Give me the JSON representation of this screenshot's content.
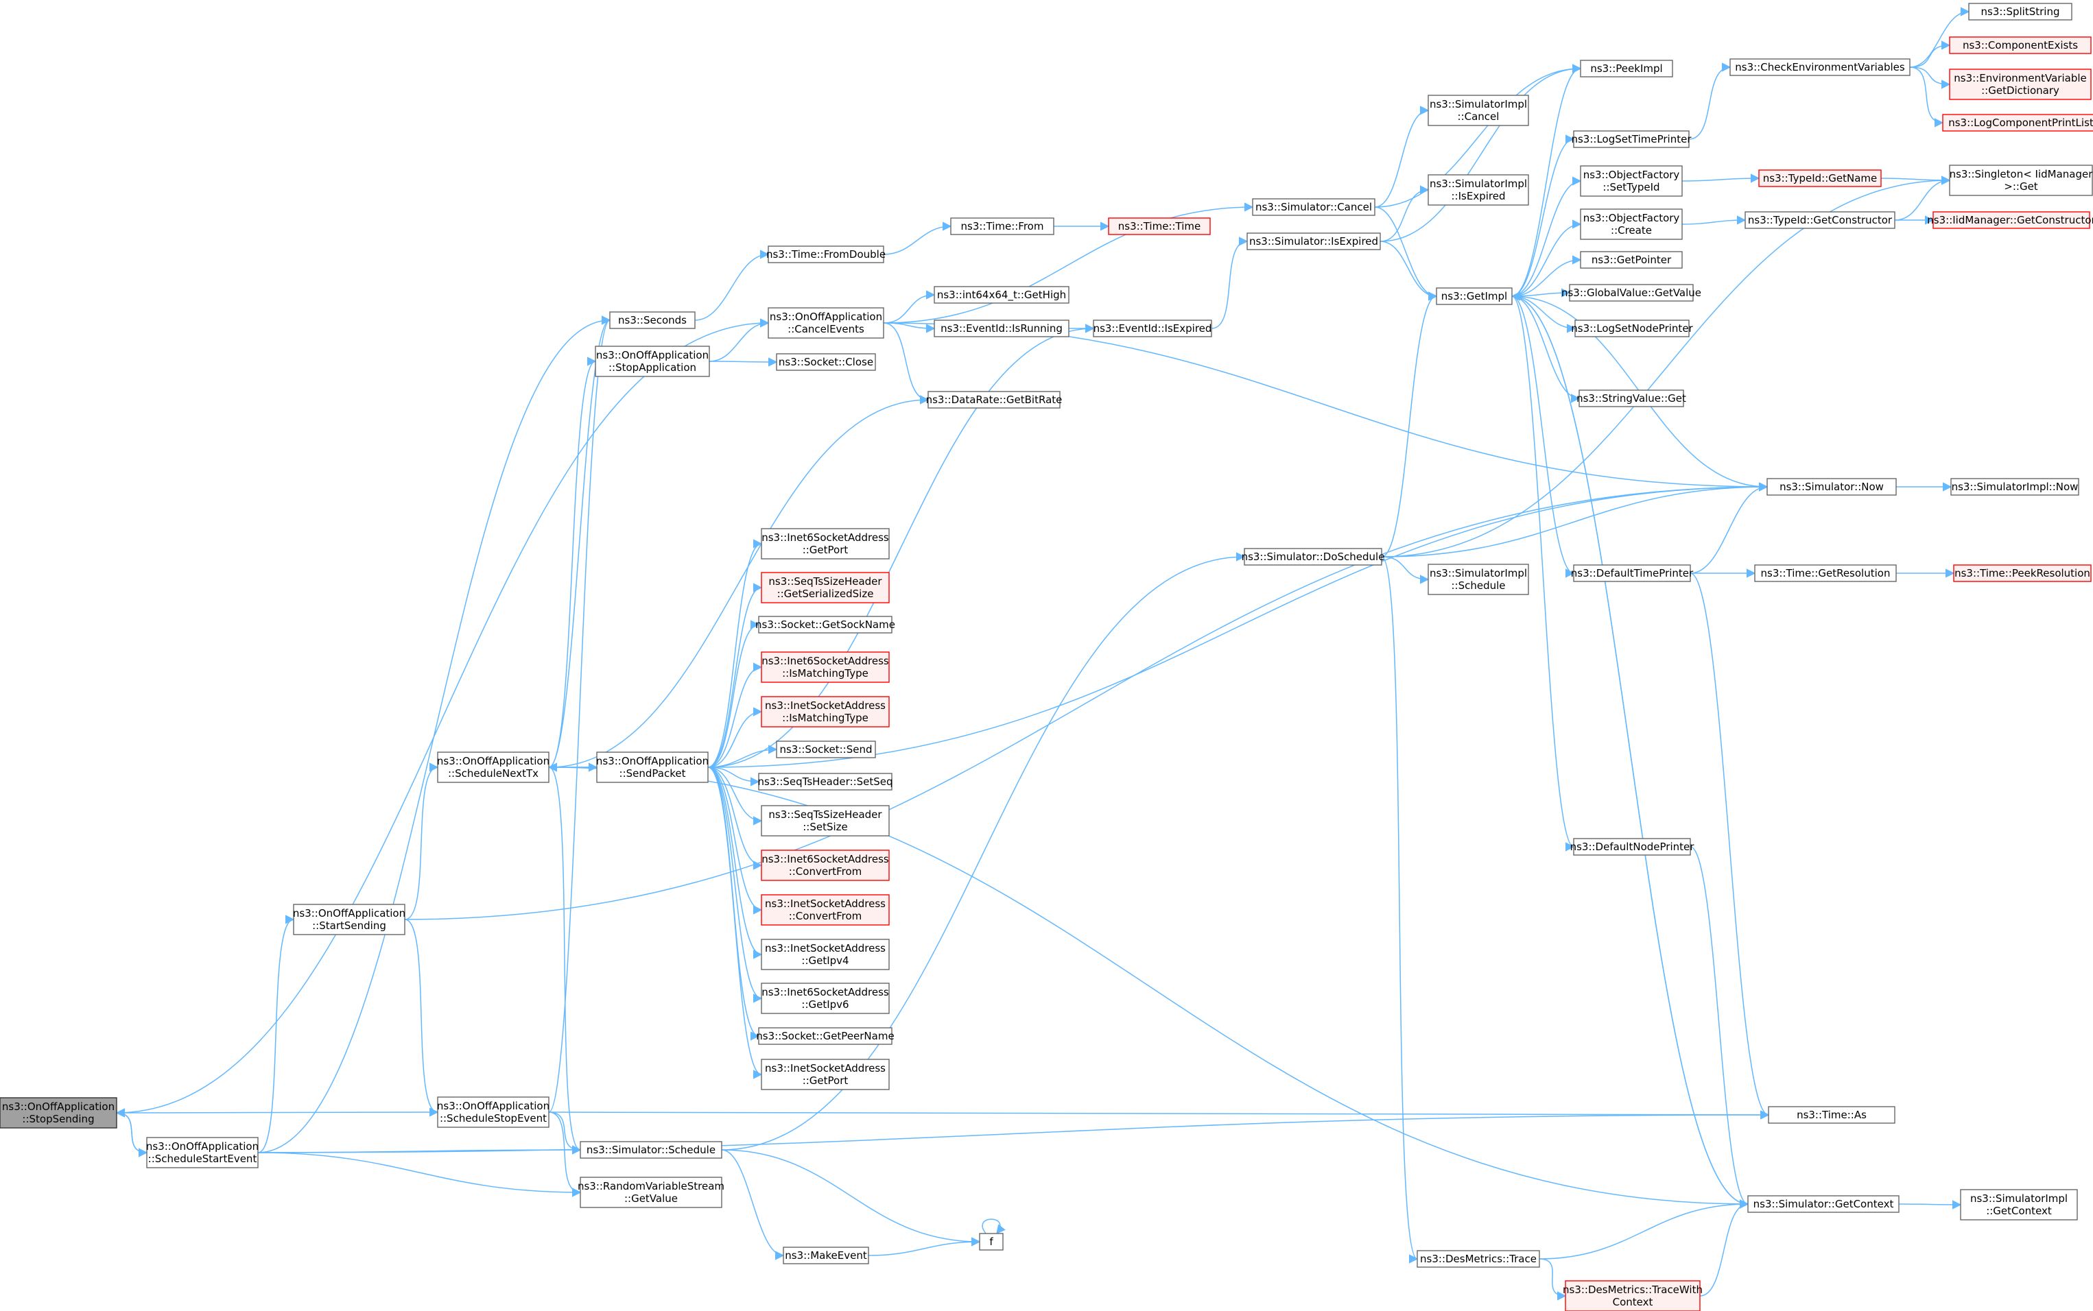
{
  "colors": {
    "edge": "#63b8ff",
    "node_border": "#666666",
    "root_fill": "#a0a0a0",
    "truncated_border": "#ff0000",
    "truncated_fill": "#fff0f0"
  },
  "nodes": [
    {
      "id": "stopSending",
      "label": [
        "ns3::OnOffApplication",
        "::StopSending"
      ],
      "style": "root"
    },
    {
      "id": "scheduleStartEvent",
      "label": [
        "ns3::OnOffApplication",
        "::ScheduleStartEvent"
      ]
    },
    {
      "id": "startSending",
      "label": [
        "ns3::OnOffApplication",
        "::StartSending"
      ]
    },
    {
      "id": "scheduleStopEvent",
      "label": [
        "ns3::OnOffApplication",
        "::ScheduleStopEvent"
      ]
    },
    {
      "id": "scheduleNextTx",
      "label": [
        "ns3::OnOffApplication",
        "::ScheduleNextTx"
      ]
    },
    {
      "id": "stopApplication",
      "label": [
        "ns3::OnOffApplication",
        "::StopApplication"
      ]
    },
    {
      "id": "seconds",
      "label": [
        "ns3::Seconds"
      ]
    },
    {
      "id": "simSchedule",
      "label": [
        "ns3::Simulator::Schedule"
      ]
    },
    {
      "id": "rvsGetValue",
      "label": [
        "ns3::RandomVariableStream",
        "::GetValue"
      ]
    },
    {
      "id": "sendPacket",
      "label": [
        "ns3::OnOffApplication",
        "::SendPacket"
      ]
    },
    {
      "id": "timeFromDouble",
      "label": [
        "ns3::Time::FromDouble"
      ]
    },
    {
      "id": "cancelEvents",
      "label": [
        "ns3::OnOffApplication",
        "::CancelEvents"
      ]
    },
    {
      "id": "socketClose",
      "label": [
        "ns3::Socket::Close"
      ]
    },
    {
      "id": "dataRateGetBitRate",
      "label": [
        "ns3::DataRate::GetBitRate"
      ]
    },
    {
      "id": "inet6GetPort",
      "label": [
        "ns3::Inet6SocketAddress",
        "::GetPort"
      ]
    },
    {
      "id": "seqTsSizeGetSerializedSize",
      "label": [
        "ns3::SeqTsSizeHeader",
        "::GetSerializedSize"
      ],
      "style": "red"
    },
    {
      "id": "socketGetSockName",
      "label": [
        "ns3::Socket::GetSockName"
      ]
    },
    {
      "id": "inet6IsMatchingType",
      "label": [
        "ns3::Inet6SocketAddress",
        "::IsMatchingType"
      ],
      "style": "red"
    },
    {
      "id": "inetIsMatchingType",
      "label": [
        "ns3::InetSocketAddress",
        "::IsMatchingType"
      ],
      "style": "red"
    },
    {
      "id": "socketSend",
      "label": [
        "ns3::Socket::Send"
      ]
    },
    {
      "id": "seqTsSetSeq",
      "label": [
        "ns3::SeqTsHeader::SetSeq"
      ]
    },
    {
      "id": "seqTsSizeSetSize",
      "label": [
        "ns3::SeqTsSizeHeader",
        "::SetSize"
      ]
    },
    {
      "id": "inet6ConvertFrom",
      "label": [
        "ns3::Inet6SocketAddress",
        "::ConvertFrom"
      ],
      "style": "red"
    },
    {
      "id": "inetConvertFrom",
      "label": [
        "ns3::InetSocketAddress",
        "::ConvertFrom"
      ],
      "style": "red"
    },
    {
      "id": "inetGetIpv4",
      "label": [
        "ns3::InetSocketAddress",
        "::GetIpv4"
      ]
    },
    {
      "id": "inet6GetIpv6",
      "label": [
        "ns3::Inet6SocketAddress",
        "::GetIpv6"
      ]
    },
    {
      "id": "socketGetPeerName",
      "label": [
        "ns3::Socket::GetPeerName"
      ]
    },
    {
      "id": "inetGetPort",
      "label": [
        "ns3::InetSocketAddress",
        "::GetPort"
      ]
    },
    {
      "id": "makeEvent",
      "label": [
        "ns3::MakeEvent"
      ]
    },
    {
      "id": "f",
      "label": [
        "f"
      ]
    },
    {
      "id": "timeFrom",
      "label": [
        "ns3::Time::From"
      ]
    },
    {
      "id": "timeTime",
      "label": [
        "ns3::Time::Time"
      ],
      "style": "red"
    },
    {
      "id": "int64GetHigh",
      "label": [
        "ns3::int64x64_t::GetHigh"
      ]
    },
    {
      "id": "eventIdIsRunning",
      "label": [
        "ns3::EventId::IsRunning"
      ]
    },
    {
      "id": "eventIdIsExpired",
      "label": [
        "ns3::EventId::IsExpired"
      ]
    },
    {
      "id": "simCancel",
      "label": [
        "ns3::Simulator::Cancel"
      ]
    },
    {
      "id": "simIsExpired",
      "label": [
        "ns3::Simulator::IsExpired"
      ]
    },
    {
      "id": "simDoSchedule",
      "label": [
        "ns3::Simulator::DoSchedule"
      ]
    },
    {
      "id": "desTrace",
      "label": [
        "ns3::DesMetrics::Trace"
      ]
    },
    {
      "id": "desTraceWithContext",
      "label": [
        "ns3::DesMetrics::TraceWith",
        "Context"
      ],
      "style": "red"
    },
    {
      "id": "simImplCancel",
      "label": [
        "ns3::SimulatorImpl",
        "::Cancel"
      ]
    },
    {
      "id": "simImplIsExpired",
      "label": [
        "ns3::SimulatorImpl",
        "::IsExpired"
      ]
    },
    {
      "id": "simImplSchedule",
      "label": [
        "ns3::SimulatorImpl",
        "::Schedule"
      ]
    },
    {
      "id": "getImpl",
      "label": [
        "ns3::GetImpl"
      ]
    },
    {
      "id": "peekImpl",
      "label": [
        "ns3::PeekImpl"
      ]
    },
    {
      "id": "logSetTimePrinter",
      "label": [
        "ns3::LogSetTimePrinter"
      ]
    },
    {
      "id": "objFactorySetTypeId",
      "label": [
        "ns3::ObjectFactory",
        "::SetTypeId"
      ]
    },
    {
      "id": "objFactoryCreate",
      "label": [
        "ns3::ObjectFactory",
        "::Create"
      ]
    },
    {
      "id": "getPointer",
      "label": [
        "ns3::GetPointer"
      ]
    },
    {
      "id": "globalValueGetValue",
      "label": [
        "ns3::GlobalValue::GetValue"
      ]
    },
    {
      "id": "logSetNodePrinter",
      "label": [
        "ns3::LogSetNodePrinter"
      ]
    },
    {
      "id": "stringValueGet",
      "label": [
        "ns3::StringValue::Get"
      ]
    },
    {
      "id": "defaultTimePrinter",
      "label": [
        "ns3::DefaultTimePrinter"
      ]
    },
    {
      "id": "defaultNodePrinter",
      "label": [
        "ns3::DefaultNodePrinter"
      ]
    },
    {
      "id": "simNow",
      "label": [
        "ns3::Simulator::Now"
      ]
    },
    {
      "id": "timeAs",
      "label": [
        "ns3::Time::As"
      ]
    },
    {
      "id": "simGetContext",
      "label": [
        "ns3::Simulator::GetContext"
      ]
    },
    {
      "id": "checkEnvVars",
      "label": [
        "ns3::CheckEnvironmentVariables"
      ]
    },
    {
      "id": "typeIdGetName",
      "label": [
        "ns3::TypeId::GetName"
      ],
      "style": "red"
    },
    {
      "id": "typeIdGetConstructor",
      "label": [
        "ns3::TypeId::GetConstructor"
      ]
    },
    {
      "id": "timeGetResolution",
      "label": [
        "ns3::Time::GetResolution"
      ]
    },
    {
      "id": "splitString",
      "label": [
        "ns3::SplitString"
      ]
    },
    {
      "id": "componentExists",
      "label": [
        "ns3::ComponentExists"
      ],
      "style": "red"
    },
    {
      "id": "envVarGetDictionary",
      "label": [
        "ns3::EnvironmentVariable",
        "::GetDictionary"
      ],
      "style": "red"
    },
    {
      "id": "logComponentPrintList",
      "label": [
        "ns3::LogComponentPrintList"
      ],
      "style": "red"
    },
    {
      "id": "singletonGet",
      "label": [
        "ns3::Singleton< IidManager",
        ">::Get"
      ]
    },
    {
      "id": "iidGetConstructor",
      "label": [
        "ns3::IidManager::GetConstructor"
      ],
      "style": "red"
    },
    {
      "id": "simImplNow",
      "label": [
        "ns3::SimulatorImpl::Now"
      ]
    },
    {
      "id": "timePeekResolution",
      "label": [
        "ns3::Time::PeekResolution"
      ],
      "style": "red"
    },
    {
      "id": "simImplGetContext",
      "label": [
        "ns3::SimulatorImpl",
        "::GetContext"
      ]
    }
  ],
  "edges": [
    [
      "stopSending",
      "scheduleStartEvent"
    ],
    [
      "stopSending",
      "cancelEvents"
    ],
    [
      "scheduleStartEvent",
      "stopSending"
    ],
    [
      "scheduleStartEvent",
      "seconds"
    ],
    [
      "scheduleStartEvent",
      "startSending"
    ],
    [
      "scheduleStartEvent",
      "simSchedule"
    ],
    [
      "scheduleStartEvent",
      "rvsGetValue"
    ],
    [
      "scheduleStartEvent",
      "timeAs"
    ],
    [
      "startSending",
      "scheduleNextTx"
    ],
    [
      "startSending",
      "scheduleStopEvent"
    ],
    [
      "startSending",
      "simNow"
    ],
    [
      "scheduleStopEvent",
      "stopSending"
    ],
    [
      "scheduleStopEvent",
      "seconds"
    ],
    [
      "scheduleStopEvent",
      "simSchedule"
    ],
    [
      "scheduleStopEvent",
      "rvsGetValue"
    ],
    [
      "scheduleStopEvent",
      "timeAs"
    ],
    [
      "scheduleNextTx",
      "sendPacket"
    ],
    [
      "scheduleNextTx",
      "seconds"
    ],
    [
      "scheduleNextTx",
      "stopApplication"
    ],
    [
      "scheduleNextTx",
      "dataRateGetBitRate"
    ],
    [
      "scheduleNextTx",
      "simSchedule"
    ],
    [
      "scheduleNextTx",
      "simGetContext"
    ],
    [
      "stopApplication",
      "cancelEvents"
    ],
    [
      "stopApplication",
      "socketClose"
    ],
    [
      "seconds",
      "timeFromDouble"
    ],
    [
      "timeFromDouble",
      "timeFrom"
    ],
    [
      "timeFrom",
      "timeTime"
    ],
    [
      "cancelEvents",
      "simCancel"
    ],
    [
      "cancelEvents",
      "int64GetHigh"
    ],
    [
      "cancelEvents",
      "eventIdIsRunning"
    ],
    [
      "cancelEvents",
      "dataRateGetBitRate"
    ],
    [
      "cancelEvents",
      "simNow"
    ],
    [
      "eventIdIsRunning",
      "eventIdIsExpired"
    ],
    [
      "eventIdIsExpired",
      "simIsExpired"
    ],
    [
      "sendPacket",
      "scheduleNextTx"
    ],
    [
      "sendPacket",
      "eventIdIsExpired"
    ],
    [
      "sendPacket",
      "simNow"
    ],
    [
      "sendPacket",
      "inet6GetPort"
    ],
    [
      "sendPacket",
      "seqTsSizeGetSerializedSize"
    ],
    [
      "sendPacket",
      "socketGetSockName"
    ],
    [
      "sendPacket",
      "inet6IsMatchingType"
    ],
    [
      "sendPacket",
      "inetIsMatchingType"
    ],
    [
      "sendPacket",
      "socketSend"
    ],
    [
      "sendPacket",
      "seqTsSetSeq"
    ],
    [
      "sendPacket",
      "seqTsSizeSetSize"
    ],
    [
      "sendPacket",
      "inet6ConvertFrom"
    ],
    [
      "sendPacket",
      "inetConvertFrom"
    ],
    [
      "sendPacket",
      "inetGetIpv4"
    ],
    [
      "sendPacket",
      "inet6GetIpv6"
    ],
    [
      "sendPacket",
      "socketGetPeerName"
    ],
    [
      "sendPacket",
      "inetGetPort"
    ],
    [
      "simSchedule",
      "simDoSchedule"
    ],
    [
      "simSchedule",
      "makeEvent"
    ],
    [
      "simSchedule",
      "f"
    ],
    [
      "makeEvent",
      "f"
    ],
    [
      "f",
      "f"
    ],
    [
      "simCancel",
      "simImplCancel"
    ],
    [
      "simCancel",
      "peekImpl"
    ],
    [
      "simCancel",
      "getImpl"
    ],
    [
      "simIsExpired",
      "simImplIsExpired"
    ],
    [
      "simIsExpired",
      "peekImpl"
    ],
    [
      "simIsExpired",
      "getImpl"
    ],
    [
      "simDoSchedule",
      "simImplSchedule"
    ],
    [
      "simDoSchedule",
      "getImpl"
    ],
    [
      "simDoSchedule",
      "simNow"
    ],
    [
      "simDoSchedule",
      "desTrace"
    ],
    [
      "simDoSchedule",
      "singletonGet"
    ],
    [
      "desTrace",
      "desTraceWithContext"
    ],
    [
      "desTrace",
      "simGetContext"
    ],
    [
      "desTraceWithContext",
      "simGetContext"
    ],
    [
      "getImpl",
      "peekImpl"
    ],
    [
      "getImpl",
      "logSetTimePrinter"
    ],
    [
      "getImpl",
      "objFactorySetTypeId"
    ],
    [
      "getImpl",
      "objFactoryCreate"
    ],
    [
      "getImpl",
      "getPointer"
    ],
    [
      "getImpl",
      "globalValueGetValue"
    ],
    [
      "getImpl",
      "logSetNodePrinter"
    ],
    [
      "getImpl",
      "stringValueGet"
    ],
    [
      "getImpl",
      "defaultTimePrinter"
    ],
    [
      "getImpl",
      "defaultNodePrinter"
    ],
    [
      "getImpl",
      "simGetContext"
    ],
    [
      "logSetTimePrinter",
      "checkEnvVars"
    ],
    [
      "objFactorySetTypeId",
      "typeIdGetName"
    ],
    [
      "objFactoryCreate",
      "typeIdGetConstructor"
    ],
    [
      "typeIdGetName",
      "singletonGet"
    ],
    [
      "typeIdGetConstructor",
      "iidGetConstructor"
    ],
    [
      "typeIdGetConstructor",
      "singletonGet"
    ],
    [
      "checkEnvVars",
      "splitString"
    ],
    [
      "checkEnvVars",
      "componentExists"
    ],
    [
      "checkEnvVars",
      "envVarGetDictionary"
    ],
    [
      "checkEnvVars",
      "logComponentPrintList"
    ],
    [
      "defaultTimePrinter",
      "simNow"
    ],
    [
      "defaultTimePrinter",
      "timeGetResolution"
    ],
    [
      "defaultTimePrinter",
      "timeAs"
    ],
    [
      "timeGetResolution",
      "timePeekResolution"
    ],
    [
      "defaultNodePrinter",
      "simGetContext"
    ],
    [
      "simNow",
      "getImpl"
    ],
    [
      "simNow",
      "simImplNow"
    ],
    [
      "simGetContext",
      "getImpl"
    ],
    [
      "simGetContext",
      "simImplGetContext"
    ]
  ]
}
